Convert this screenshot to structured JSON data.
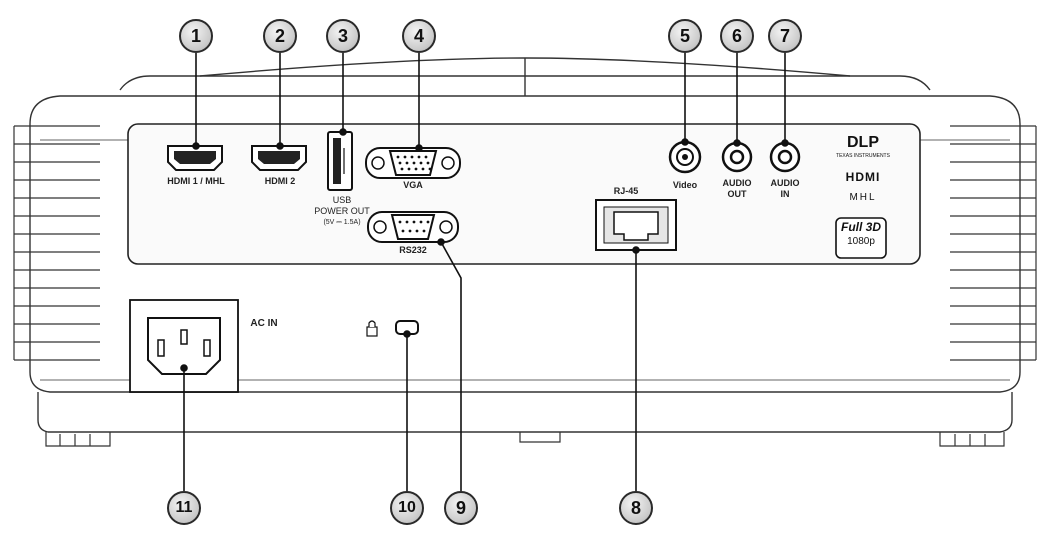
{
  "labels": {
    "hdmi1": "HDMI 1 / MHL",
    "hdmi2": "HDMI 2",
    "usb": [
      "USB",
      "POWER OUT",
      "(5V ⎓ 1.5A)"
    ],
    "vga": "VGA",
    "rs232": "RS232",
    "rj45": "RJ-45",
    "video": "Video",
    "audio_out": [
      "AUDIO",
      "OUT"
    ],
    "audio_in": [
      "AUDIO",
      "IN"
    ],
    "ac_in": "AC IN"
  },
  "logos": {
    "dlp": "DLP",
    "ti": "TEXAS INSTRUMENTS",
    "hdmi": "HDMI",
    "mhl": "MHL",
    "full3d": "Full 3D",
    "res": "1080p"
  },
  "callouts": [
    "1",
    "2",
    "3",
    "4",
    "5",
    "6",
    "7",
    "8",
    "9",
    "10",
    "11"
  ],
  "colors": {
    "outline": "#2a2a2a",
    "callout_fill": "#cfcfcf",
    "body_line": "#333333"
  }
}
